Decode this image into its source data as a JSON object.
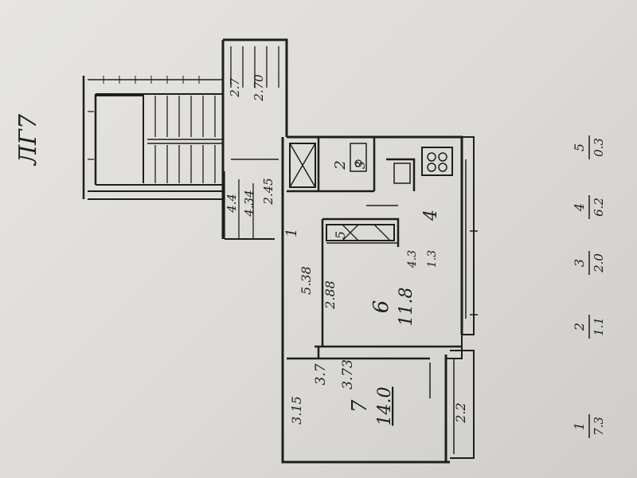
{
  "sheet_code": "ЛГ7",
  "rooms": [
    {
      "number": "1",
      "area": "7.3"
    },
    {
      "number": "2",
      "area": "1.1"
    },
    {
      "number": "3",
      "area": "2.0"
    },
    {
      "number": "4",
      "area": "6.2"
    },
    {
      "number": "5",
      "area": "0.3"
    }
  ],
  "room_labels": {
    "room7_number": "7",
    "room7_area": "14.0",
    "room6_number": "6",
    "room6_area": "11.8",
    "room4_number": "4",
    "room3_number": "3",
    "room2_number": "2",
    "room1_number": "1",
    "room5_number": "5"
  },
  "dimensions": {
    "d_315": "3.15",
    "d_22": "2.2",
    "d_37": "3.7",
    "d_373": "3.73",
    "d_44": "4.4",
    "d_434": "4.34",
    "d_538": "5.38",
    "d_288": "2.88",
    "d_43": "4.3",
    "d_245": "2.45",
    "d_27": "2.7",
    "d_270": "2.70",
    "d_13": "1.3"
  },
  "colors": {
    "paper": "#e3e2df",
    "ink": "#1e1e1e"
  }
}
